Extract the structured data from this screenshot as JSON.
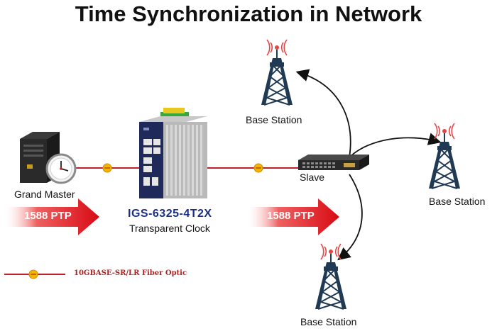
{
  "title": "Time Synchronization in Network",
  "nodes": {
    "grand_master": "Grand Master",
    "switch_model": "IGS-6325-4T2X",
    "switch_role": "Transparent Clock",
    "slave": "Slave",
    "base_station_top": "Base Station",
    "base_station_right": "Base Station",
    "base_station_bottom": "Base Station"
  },
  "ptp_arrows": [
    "1588 PTP",
    "1588 PTP"
  ],
  "legend": {
    "label": "10GBASE-SR/LR Fiber Optic"
  },
  "colors": {
    "fiber_line": "#c0202a",
    "ptp_arrow": "#e0141e",
    "tower": "#1f3a52",
    "badge": "#f5b400",
    "model_text": "#1b2f8a"
  }
}
